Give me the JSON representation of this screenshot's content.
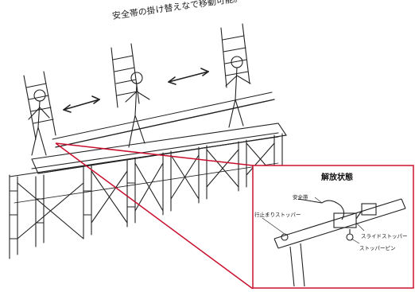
{
  "caption": "安全帯の掛け替えなで移動可能。",
  "detail": {
    "title": "解放状態",
    "labels": {
      "belt": "安全帯",
      "end_stopper": "行止まりストッパー",
      "slide_stopper": "スライドストッパー",
      "stopper_pin": "ストッパーピン"
    }
  },
  "colors": {
    "line": "#222222",
    "accent": "#c8102e"
  }
}
